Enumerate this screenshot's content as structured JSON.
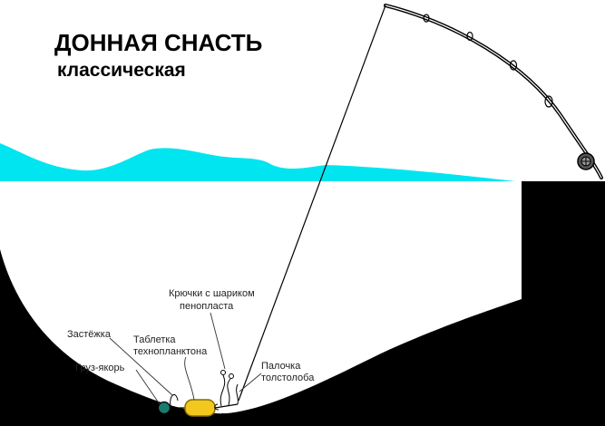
{
  "title": {
    "line1": "ДОННАЯ СНАСТЬ",
    "line2": "классическая"
  },
  "labels": {
    "hooks_line1": "Крючки с шариком",
    "hooks_line2": "пенопласта",
    "clasp": "Застёжка",
    "tablet_line1": "Таблетка",
    "tablet_line2": "технопланктона",
    "sinker": "Груз-якорь",
    "stick_line1": "Палочка",
    "stick_line2": "толстолоба"
  },
  "colors": {
    "water": "#00e5ef",
    "ground": "#000000",
    "sinker": "#1a7a6e",
    "tablet": "#f2c81e",
    "tablet_outline": "#8a6a00",
    "line": "#000000",
    "reel": "#666666"
  }
}
